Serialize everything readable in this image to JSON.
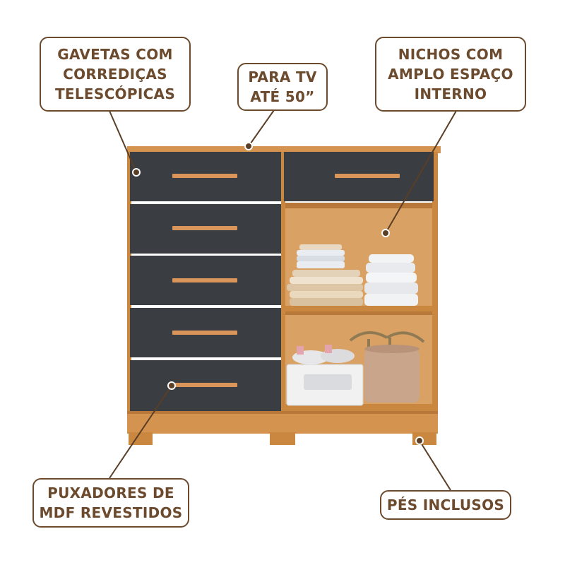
{
  "callouts": {
    "drawers": {
      "lines": [
        "GAVETAS COM",
        "CORREDIÇAS",
        "TELESCÓPICAS"
      ]
    },
    "tv": {
      "lines": [
        "PARA TV",
        "ATÉ 50”"
      ]
    },
    "niches": {
      "lines": [
        "NICHOS COM",
        "AMPLO ESPAÇO",
        "INTERNO"
      ]
    },
    "handles": {
      "lines": [
        "PUXADORES DE",
        "MDF REVESTIDOS"
      ]
    },
    "feet": {
      "lines": [
        "PÉS INCLUSOS"
      ]
    }
  },
  "colors": {
    "wood": "#d4944f",
    "wood_dark": "#b8783a",
    "drawer_front": "#3a3d42",
    "handle": "#d9955a",
    "callout_border": "#6b4a2e",
    "callout_text": "#6b4a2e",
    "leader_line": "#5a3e26"
  }
}
